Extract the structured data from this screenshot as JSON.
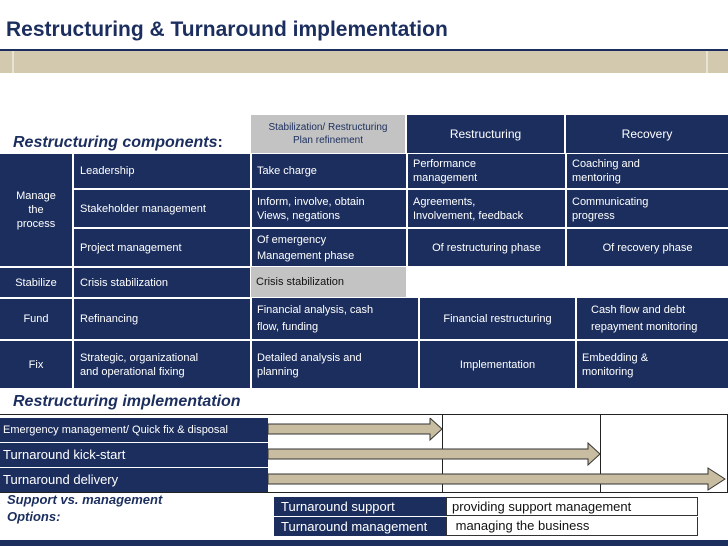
{
  "title": "Restructuring  & Turnaround implementation",
  "components_label": "Restructuring components",
  "components_colon": ":",
  "phases": [
    "Stabilization/ Restructuring\nPlan refinement",
    "Restructuring",
    "Recovery"
  ],
  "rows": {
    "manage_process": "Manage\nthe\nprocess",
    "leadership": {
      "component": "Leadership",
      "stabilization": "Take charge",
      "restructuring": "Performance\n management",
      "recovery": "Coaching and\nmentoring"
    },
    "stakeholder": {
      "component": "Stakeholder management",
      "stabilization": "Inform, involve, obtain\nViews, negations",
      "restructuring": "Agreements,\nInvolvement, feedback",
      "recovery": "Communicating\nprogress"
    },
    "project": {
      "component": "Project management",
      "stabilization": "Of emergency\nManagement phase",
      "restructuring": "Of restructuring phase",
      "recovery": "Of recovery phase"
    },
    "stabilize": {
      "group": "Stabilize",
      "component": "Crisis stabilization",
      "stabilization": "Crisis stabilization"
    },
    "fund": {
      "group": "Fund",
      "component": "Refinancing",
      "stabilization": "Financial analysis, cash\nflow, funding",
      "restructuring": "Financial restructuring",
      "recovery": "Cash flow and debt\nrepayment monitoring"
    },
    "fix": {
      "group": "Fix",
      "component": "Strategic, organizational\nand operational fixing",
      "stabilization": "Detailed analysis and\nplanning",
      "restructuring": "Implementation",
      "recovery": "Embedding &\nmonitoring"
    }
  },
  "implementation_label": "Restructuring implementation",
  "implementation_rows": [
    "Emergency management/ Quick fix & disposal",
    "Turnaround kick-start",
    "Turnaround delivery"
  ],
  "support_label": "Support vs. management\nOptions:",
  "options": [
    {
      "name": "Turnaround support",
      "description": "providing support management"
    },
    {
      "name": "Turnaround management",
      "description": " managing the business"
    }
  ],
  "colors": {
    "navy": "#1b2e5e",
    "gray": "#c3c3c3",
    "beige": "#d2c9ae",
    "arrow": "#c8bda0"
  }
}
